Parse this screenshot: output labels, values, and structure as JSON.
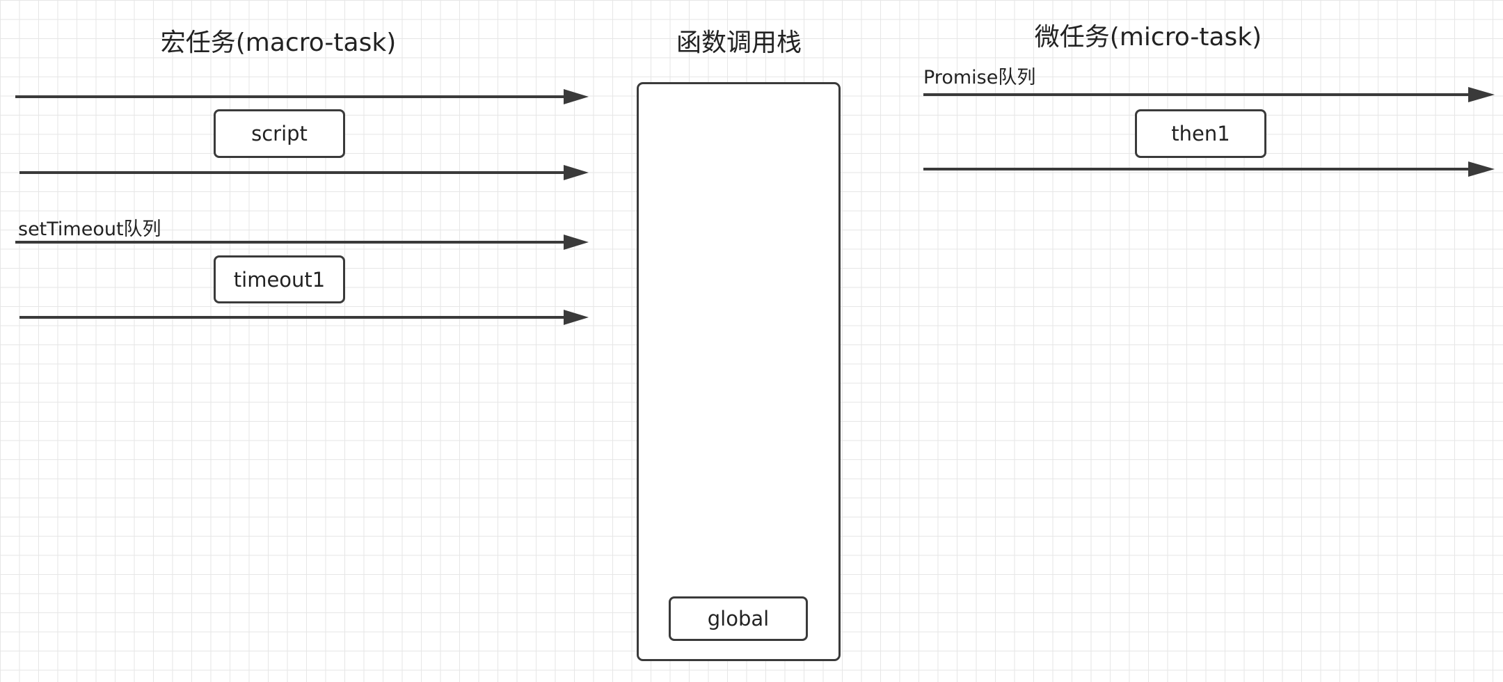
{
  "macro": {
    "title": "宏任务(macro-task)",
    "queues": [
      {
        "label": "",
        "tasks": [
          "script"
        ]
      },
      {
        "label": "setTimeout队列",
        "tasks": [
          "timeout1"
        ]
      }
    ]
  },
  "stack": {
    "title": "函数调用栈",
    "frames": [
      "global"
    ]
  },
  "micro": {
    "title": "微任务(micro-task)",
    "queues": [
      {
        "label": "Promise队列",
        "tasks": [
          "then1"
        ]
      }
    ]
  },
  "colors": {
    "line": "#3a3a3a",
    "grid": "#e6e6e6",
    "background": "#ffffff"
  }
}
